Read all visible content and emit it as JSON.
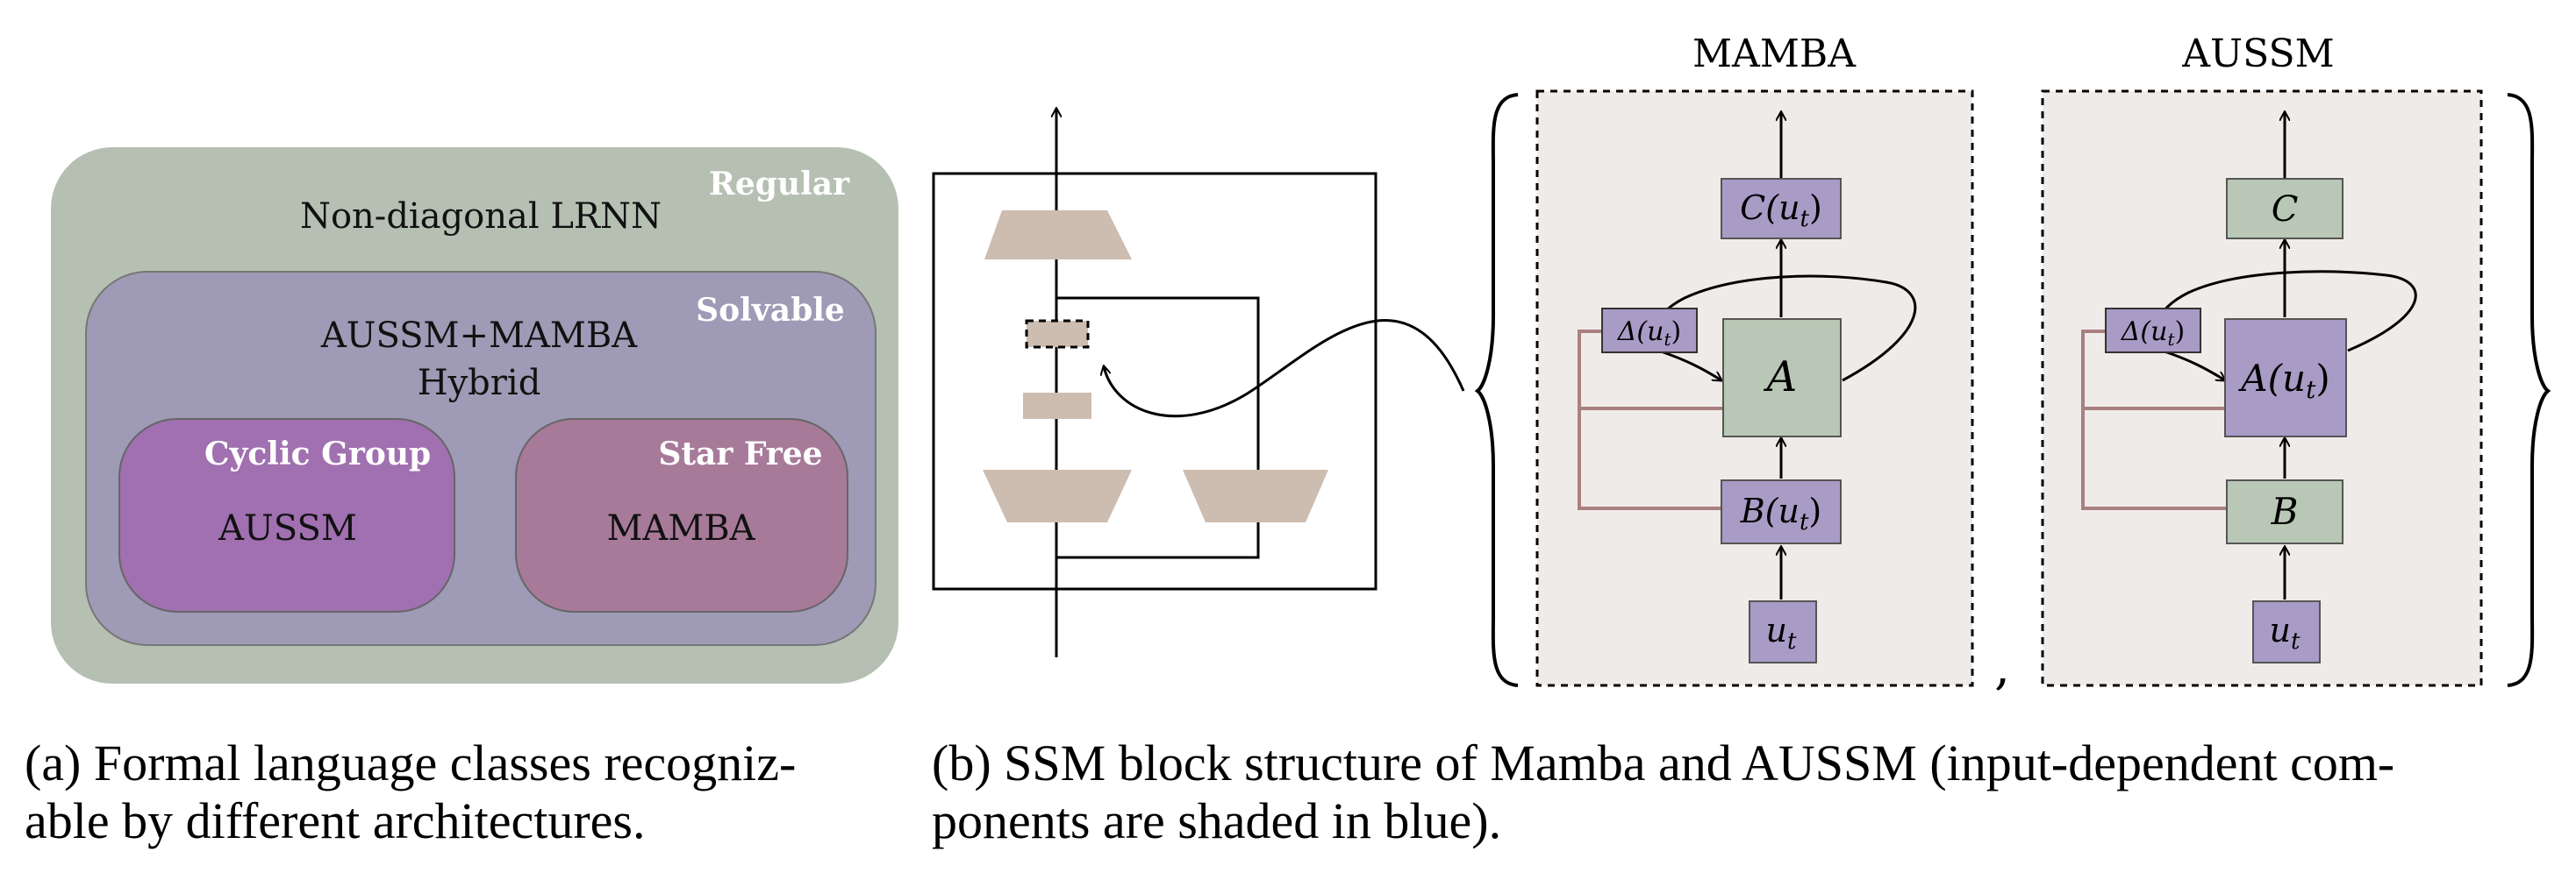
{
  "panel_a": {
    "regular_label": "Regular",
    "nondiag_label": "Non-diagonal LRNN",
    "solvable_label": "Solvable",
    "hybrid_line1": "AUSSM+MAMBA",
    "hybrid_line2": "Hybrid",
    "cyclic_label": "Cyclic Group",
    "aussm_label": "AUSSM",
    "starfree_label": "Star Free",
    "mamba_label": "MAMBA",
    "colors": {
      "regular": "#b5c0b3",
      "solvable": "#9f9ab5",
      "cyclic": "#a070b0",
      "starfree": "#a77a99"
    }
  },
  "panel_b": {
    "mamba_title": "MAMBA",
    "aussm_title": "AUSSM",
    "mamba_block": {
      "c_label": "C(u",
      "delta_label": "Δ(u",
      "a_label": "A",
      "b_label": "B(u",
      "u_label": "u"
    },
    "aussm_block": {
      "c_label": "C",
      "delta_label": "Δ(u",
      "a_label": "A(u",
      "b_label": "B",
      "u_label": "u"
    },
    "subscript": "t",
    "close_paren": ")",
    "separator": ",",
    "colors": {
      "input_dependent": "#a89bc6",
      "static": "#b9c8b6",
      "panel_bg": "#efebe9",
      "trapezoid": "#cdbcb0",
      "skip_line": "#a88080"
    }
  },
  "captions": {
    "a_line1": "(a) Formal language classes recogniz-",
    "a_line2": "able by different architectures.",
    "b_line1": "(b) SSM block structure of Mamba and AUSSM (input-dependent com-",
    "b_line2": "ponents are shaded in blue)."
  }
}
